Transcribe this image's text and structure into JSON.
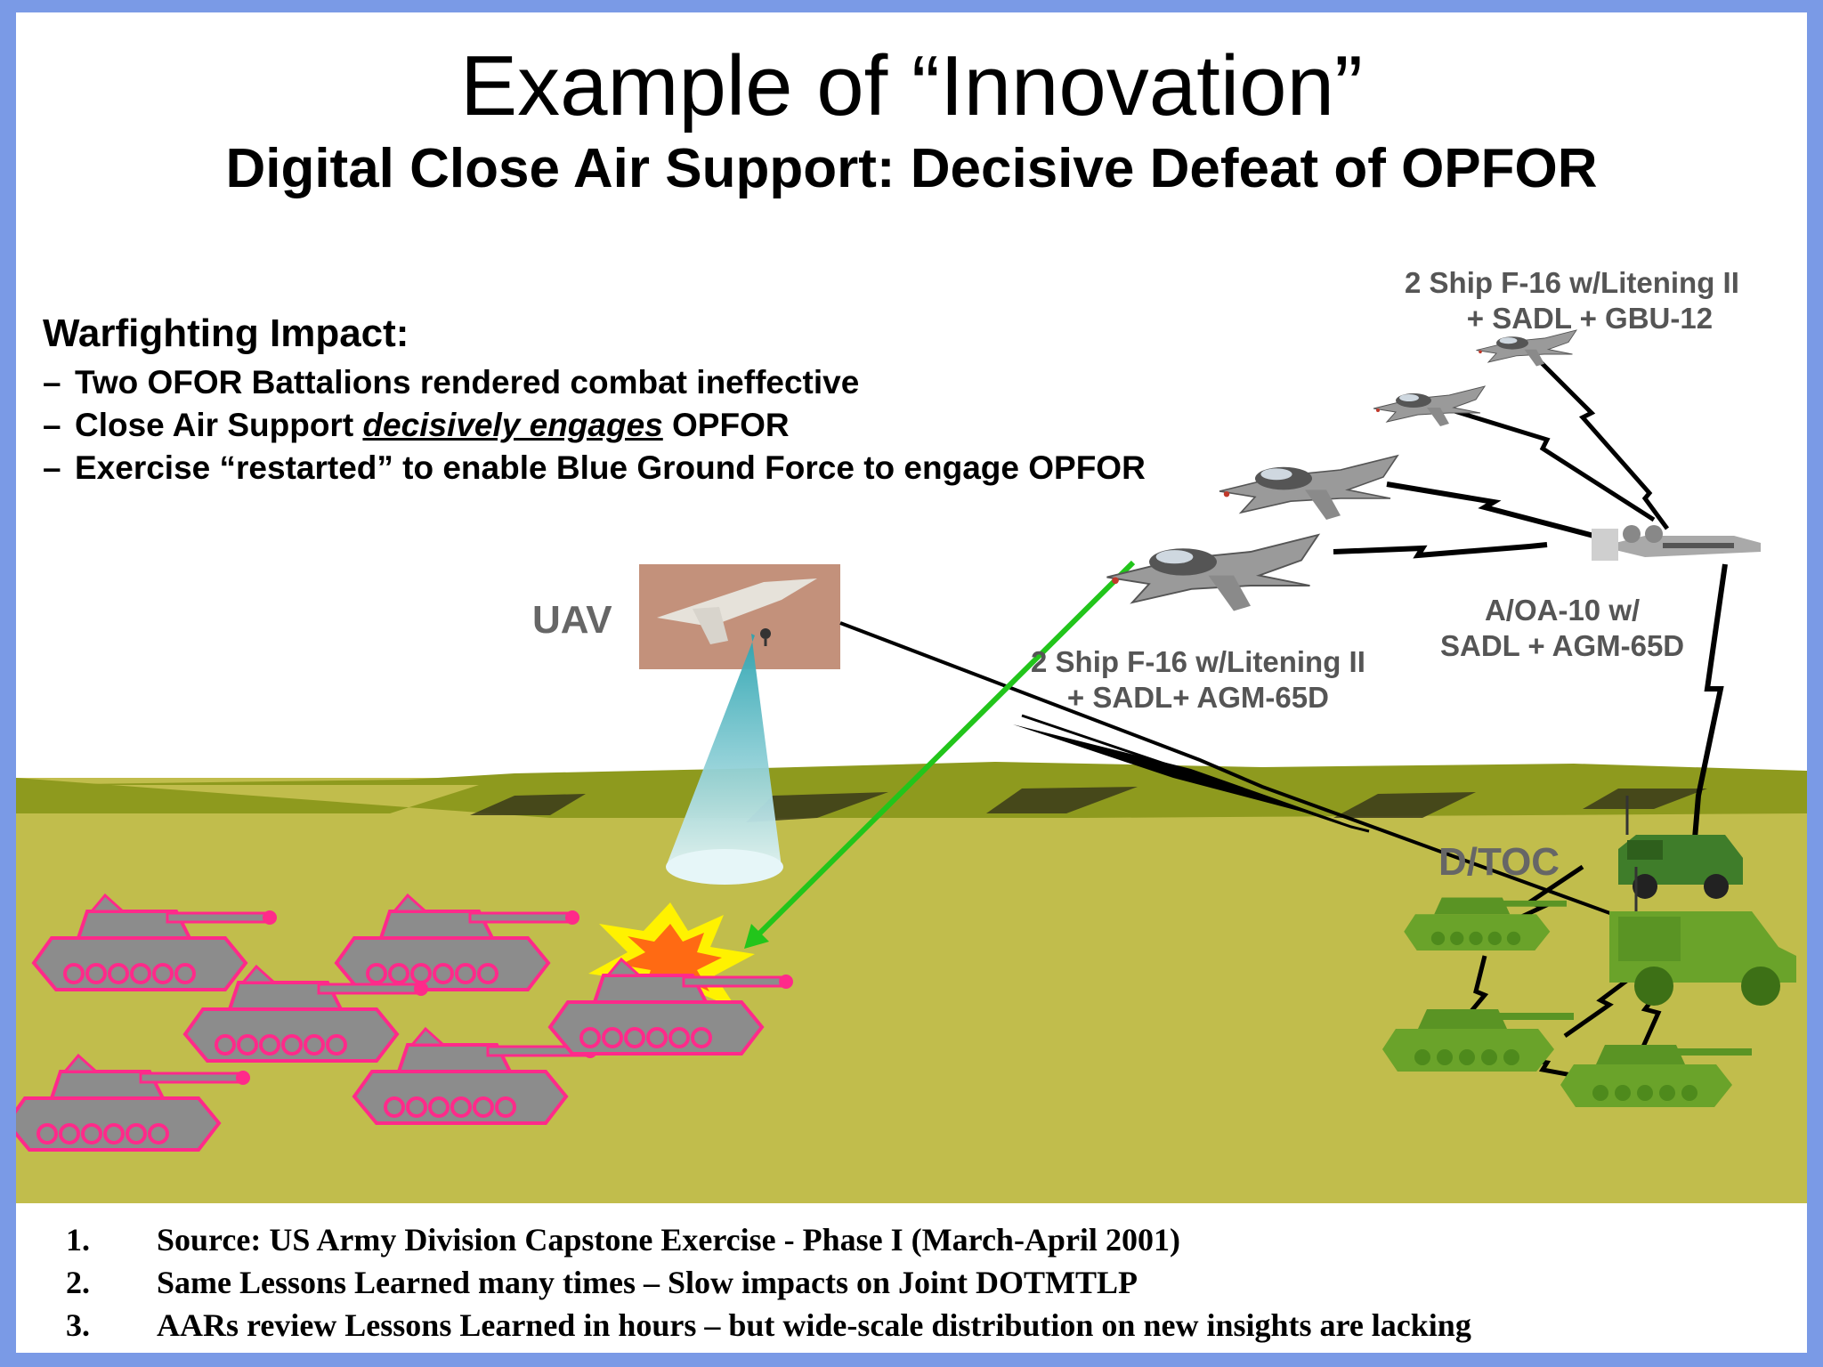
{
  "title": "Example of “Innovation”",
  "subtitle": "Digital Close Air Support: Decisive Defeat of OPFOR",
  "impact": {
    "heading": "Warfighting Impact:",
    "bullet_symbol": "–",
    "line1": "Two OFOR  Battalions rendered combat ineffective",
    "line2_before": "Close Air Support ",
    "line2_emph": "decisively engages",
    "line2_after": " OPFOR",
    "line3": "Exercise “restarted” to enable Blue Ground Force to engage OPFOR"
  },
  "labels": {
    "uav": "UAV",
    "f16_top_line1": "2 Ship F-16 w/Litening II",
    "f16_top_line2": "+ SADL + GBU-12",
    "f16_mid_line1": "2 Ship F-16 w/Litening II",
    "f16_mid_line2": "+ SADL+ AGM-65D",
    "a10_line1": "A/OA-10 w/",
    "a10_line2": "SADL + AGM-65D",
    "dtoc": "D/TOC"
  },
  "footer": [
    {
      "num": "1.",
      "text": "Source: US Army Division Capstone Exercise - Phase I (March-April 2001)"
    },
    {
      "num": "2.",
      "text": "Same Lessons Learned many times – Slow impacts on Joint DOTMTLP"
    },
    {
      "num": "3.",
      "text": "AARs review Lessons Learned in hours – but wide-scale distribution on new insights are lacking"
    }
  ],
  "colors": {
    "border": "#7a9ae6",
    "ground": "#c1bd4c",
    "hills": "#8e9a1e",
    "opfor_tank_fill": "#8c8c8c",
    "opfor_tank_outline": "#ff2a8a",
    "blue_tank": "#6aa32a",
    "laser_line": "#22c51b",
    "uav_cone": "#4bb8c6"
  }
}
